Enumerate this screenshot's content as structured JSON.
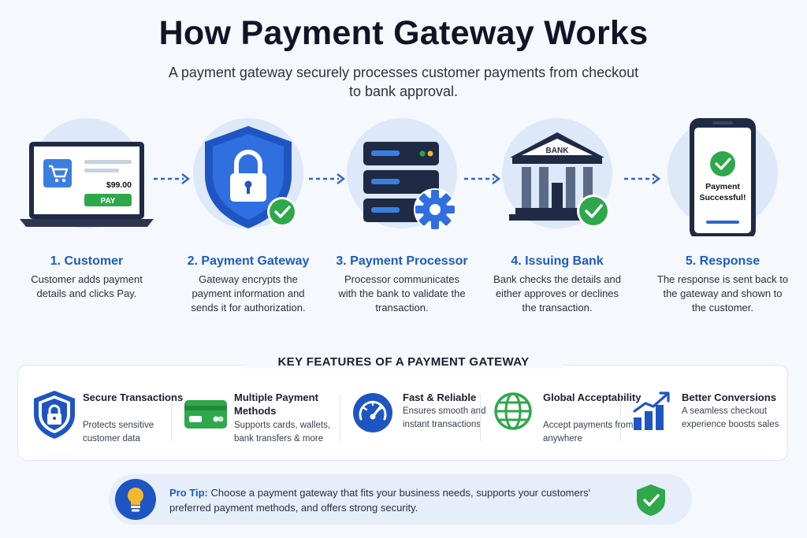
{
  "title": "How Payment Gateway Works",
  "subtitle": "A payment gateway securely processes customer payments from checkout to bank approval.",
  "steps": [
    {
      "title": "1. Customer",
      "desc": "Customer adds payment details and clicks Pay.",
      "icon": "laptop-cart-icon",
      "price": "$99.00",
      "button": "PAY"
    },
    {
      "title": "2. Payment Gateway",
      "desc": "Gateway encrypts the payment information and sends it for authorization.",
      "icon": "shield-lock-icon"
    },
    {
      "title": "3. Payment Processor",
      "desc": "Processor communicates with the bank to validate the transaction.",
      "icon": "server-gear-icon"
    },
    {
      "title": "4. Issuing Bank",
      "desc": "Bank checks the details and either approves or declines the transaction.",
      "icon": "bank-icon",
      "sign": "BANK"
    },
    {
      "title": "5. Response",
      "desc": "The response is sent back to the gateway and shown to the customer.",
      "icon": "phone-success-icon",
      "message": "Payment Successful!"
    }
  ],
  "features": {
    "heading": "KEY FEATURES OF A PAYMENT GATEWAY",
    "items": [
      {
        "title": "Secure Transactions",
        "desc": "Protects sensitive customer data",
        "icon": "shield-lock-icon"
      },
      {
        "title": "Multiple Payment Methods",
        "desc": "Supports cards, wallets, bank transfers & more",
        "icon": "credit-card-icon"
      },
      {
        "title": "Fast & Reliable",
        "desc": "Ensures smooth and instant transactions",
        "icon": "speedometer-icon"
      },
      {
        "title": "Global Acceptability",
        "desc": "Accept payments from anywhere",
        "icon": "globe-icon"
      },
      {
        "title": "Better Conversions",
        "desc": "A seamless checkout experience boosts sales",
        "icon": "bar-chart-icon"
      }
    ]
  },
  "tip": {
    "label": "Pro Tip:",
    "text": " Choose a payment gateway that fits your business needs, supports your customers' preferred payment methods, and offers strong security.",
    "icon": "lightbulb-icon"
  },
  "colors": {
    "primary": "#1e5bbf",
    "success": "#2ea84a",
    "dark": "#1f2a44",
    "background": "#f5f8fd"
  }
}
